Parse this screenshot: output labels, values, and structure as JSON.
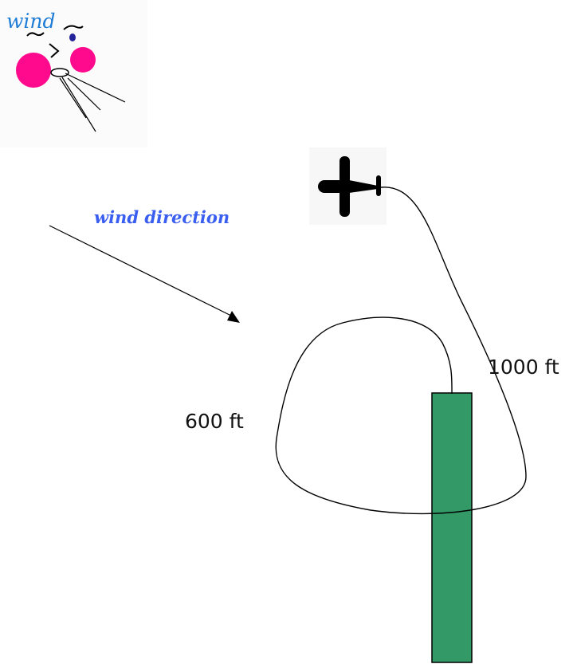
{
  "labels": {
    "wind_face_text": "wind",
    "wind_direction": "wind direction",
    "altitude_high": "1000 ft",
    "altitude_low": "600 ft"
  },
  "colors": {
    "cheek": "#ff0a8c",
    "wind_text": "#1f7dd6",
    "wind_direction_text": "#3a5ff0",
    "runway": "#339966",
    "ink": "#000000",
    "eye": "#23239a"
  },
  "icons": {
    "wind_face": "wind-face-icon",
    "airplane": "airplane-icon",
    "arrow": "wind-direction-arrow"
  }
}
